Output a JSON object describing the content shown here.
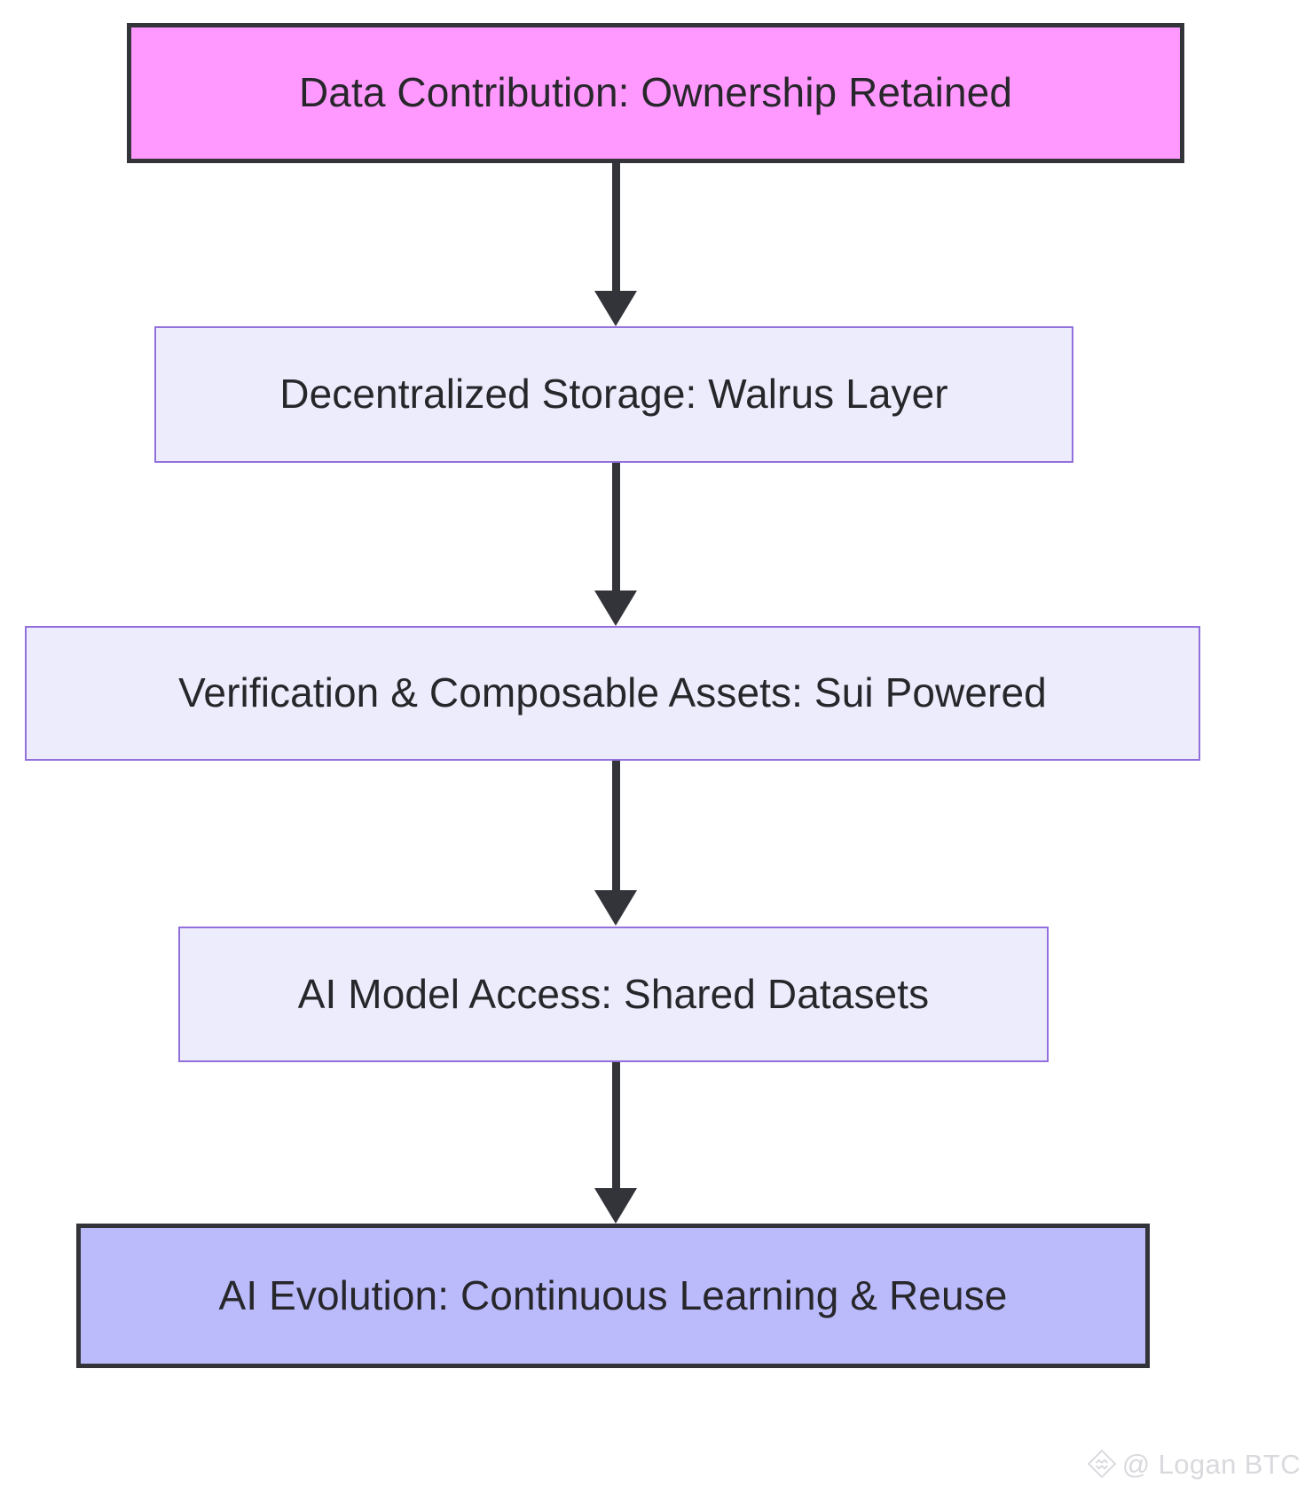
{
  "diagram": {
    "type": "flowchart",
    "direction": "top-down",
    "background_color": "#ffffff",
    "nodes": [
      {
        "id": "data-contribution",
        "label": "Data Contribution: Ownership Retained",
        "fill_color": "#ff99ff",
        "border_color": "#33333a",
        "text_color": "#27272b",
        "style": "emphasized"
      },
      {
        "id": "decentralized-storage",
        "label": "Decentralized Storage: Walrus Layer",
        "fill_color": "#ececfd",
        "border_color": "#9370db",
        "text_color": "#27272b",
        "style": "plain"
      },
      {
        "id": "verification-composable-assets",
        "label": "Verification & Composable Assets: Sui Powered",
        "fill_color": "#ececfd",
        "border_color": "#9370db",
        "text_color": "#27272b",
        "style": "plain"
      },
      {
        "id": "ai-model-access",
        "label": "AI Model Access: Shared Datasets",
        "fill_color": "#ececfd",
        "border_color": "#9370db",
        "text_color": "#27272b",
        "style": "plain"
      },
      {
        "id": "ai-evolution",
        "label": "AI Evolution: Continuous Learning & Reuse",
        "fill_color": "#bbbbfc",
        "border_color": "#33333a",
        "text_color": "#27272b",
        "style": "emphasized"
      }
    ],
    "edges": [
      {
        "id": "edge-1",
        "from": "data-contribution",
        "to": "decentralized-storage",
        "label": "",
        "arrow": "down",
        "color": "#33333a"
      },
      {
        "id": "edge-2",
        "from": "decentralized-storage",
        "to": "verification-composable-assets",
        "label": "",
        "arrow": "down",
        "color": "#33333a"
      },
      {
        "id": "edge-3",
        "from": "verification-composable-assets",
        "to": "ai-model-access",
        "label": "",
        "arrow": "down",
        "color": "#33333a"
      },
      {
        "id": "edge-4",
        "from": "ai-model-access",
        "to": "ai-evolution",
        "label": "",
        "arrow": "down",
        "color": "#33333a"
      }
    ]
  },
  "watermark": {
    "text": "@ Logan BTC",
    "logo_icon": "diamond-logo-icon",
    "color": "#d9d9de"
  }
}
